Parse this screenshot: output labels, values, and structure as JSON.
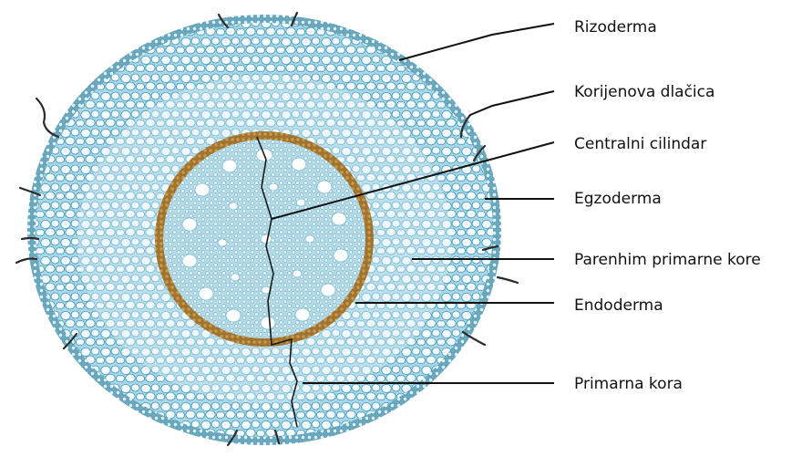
{
  "labels": [
    {
      "id": "rizoderma",
      "text": "Rizoderma"
    },
    {
      "id": "korijenova-dlacica",
      "text": "Korijenova dlačica"
    },
    {
      "id": "centralni-cilindar",
      "text": "Centralni cilindar"
    },
    {
      "id": "egzoderma",
      "text": "Egzoderma"
    },
    {
      "id": "parenhim-primarne-kore",
      "text": "Parenhim primarne kore"
    },
    {
      "id": "endoderma",
      "text": "Endoderma"
    },
    {
      "id": "primarna-kora",
      "text": "Primarna kora"
    }
  ],
  "colors": {
    "cortex_fill": "#a9d6e6",
    "cortex_cell": "#f4fbff",
    "cell_outline": "#3a97b8",
    "rhizoderm_ring": "#5f9fb3",
    "endodermis": "#a0742f",
    "central_cylinder": "#b7dbe6",
    "xylem_vessel": "#ffffff",
    "line": "#111111"
  }
}
